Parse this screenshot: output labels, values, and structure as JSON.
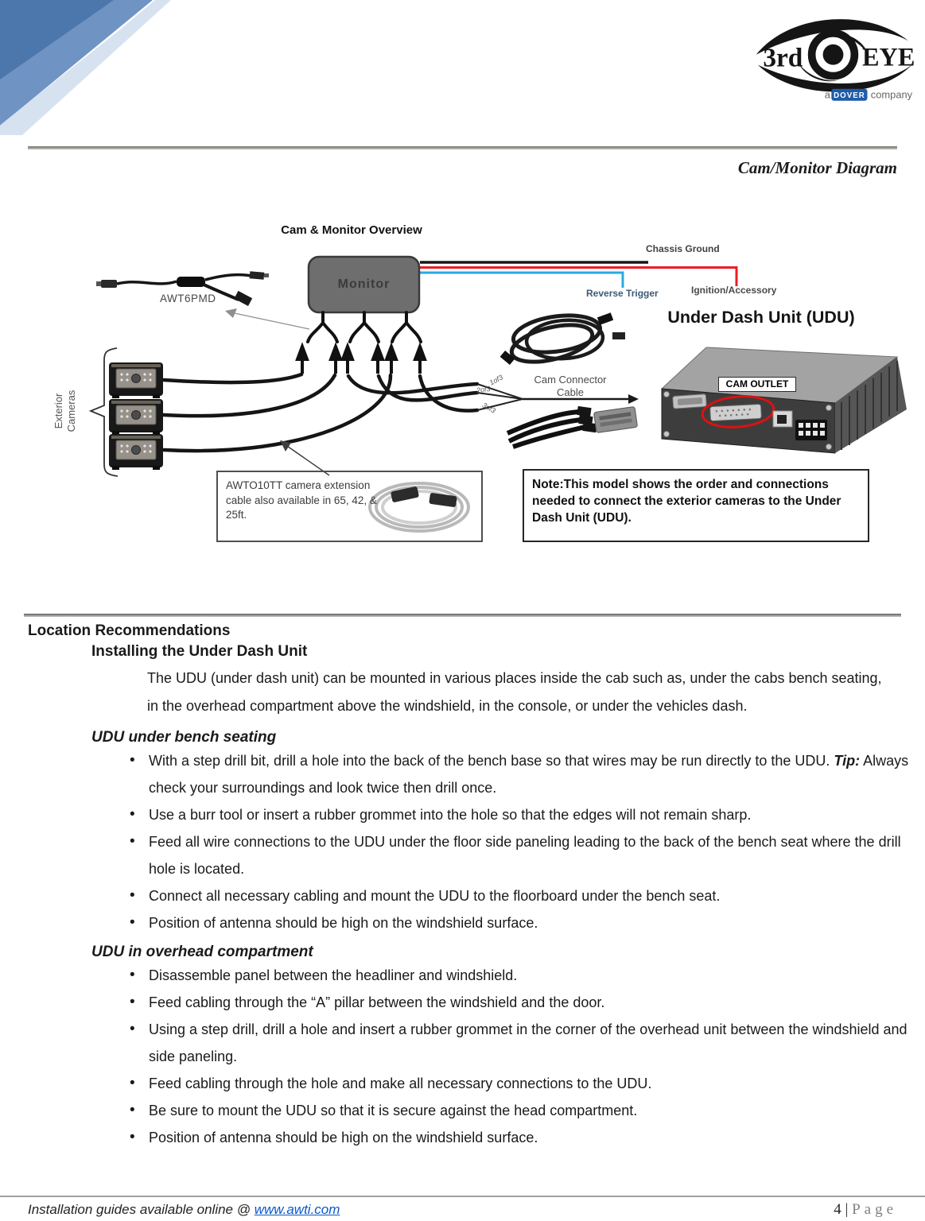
{
  "logo": {
    "brand_left": "3rd",
    "brand_right": "EYE",
    "tagline_prefix": "a",
    "tagline_badge": "DOVER",
    "tagline_suffix": "company"
  },
  "header": {
    "title": "Cam/Monitor Diagram"
  },
  "diagram": {
    "title": "Cam & Monitor Overview",
    "monitor_label": "Monitor",
    "chassis_ground": "Chassis Ground",
    "reverse_trigger": "Reverse Trigger",
    "ignition_accessory": "Ignition/Accessory",
    "udu_heading": "Under Dash Unit (UDU)",
    "cam_outlet": "CAM OUTLET",
    "awt6pmd": "AWT6PMD",
    "exterior_line1": "Exterior",
    "exterior_line2": "Cameras",
    "cam_connector_line1": "Cam Connector",
    "cam_connector_line2": "Cable",
    "cable_tags": [
      "1of3",
      "2of3",
      "3of3"
    ],
    "extension_note": "AWTO10TT camera extension cable also available in 65, 42, & 25ft.",
    "note_box": "Note:This model shows the order and connections needed to connect the exterior cameras to the Under Dash Unit (UDU)."
  },
  "sections": {
    "location_heading": "Location Recommendations",
    "install_heading": "Installing the Under Dash Unit",
    "intro": "The UDU (under dash unit) can be mounted in various places inside the cab such as, under the cabs bench seating, in the overhead compartment above the windshield, in the console, or under the vehicles dash.",
    "bench": {
      "heading": "UDU under bench seating",
      "bullet1_pre": "With a step drill bit, drill a hole into the back of the bench base so that wires may be run directly to the UDU. ",
      "bullet1_tip": "Tip:",
      "bullet1_post": " Always check your surroundings and look twice then drill once.",
      "bullets": [
        "Use a burr tool or insert a rubber grommet into the hole so that the edges will not remain sharp.",
        "Feed all wire connections to the UDU under the floor side paneling leading to the back of the bench seat where the drill hole is located.",
        "Connect all necessary cabling and mount the UDU to the floorboard under the bench seat.",
        "Position of antenna should be high on the windshield surface."
      ]
    },
    "overhead": {
      "heading": "UDU in overhead compartment",
      "bullets": [
        "Disassemble panel between the headliner and windshield.",
        "Feed cabling through the “A” pillar between the windshield and the door.",
        "Using a step drill, drill a hole and insert a rubber grommet in the corner of the overhead unit between the windshield and side paneling.",
        "Feed cabling through the hole and make all necessary connections to the UDU.",
        "Be sure to mount the UDU so that it is secure against the head compartment.",
        "Position of antenna should be high on the windshield surface."
      ]
    }
  },
  "footer": {
    "text_prefix": "Installation guides available online @ ",
    "link": "www.awti.com",
    "page_number": "4",
    "separator": "|",
    "page_word": "Page"
  },
  "colors": {
    "chassis_line": "#161616",
    "ignition_line": "#ed1c24",
    "reverse_trigger_line": "#29aae1",
    "cam_outlet_circle": "#dd1111",
    "link_blue": "#0a58ca",
    "dover_badge_blue": "#1f5ca8",
    "corner_triangles": [
      "#4c77ac",
      "#6f93c3",
      "#b7cbe5"
    ],
    "rule_gray": "#9f9f9f",
    "monitor_gray": "#6e6e6e"
  }
}
